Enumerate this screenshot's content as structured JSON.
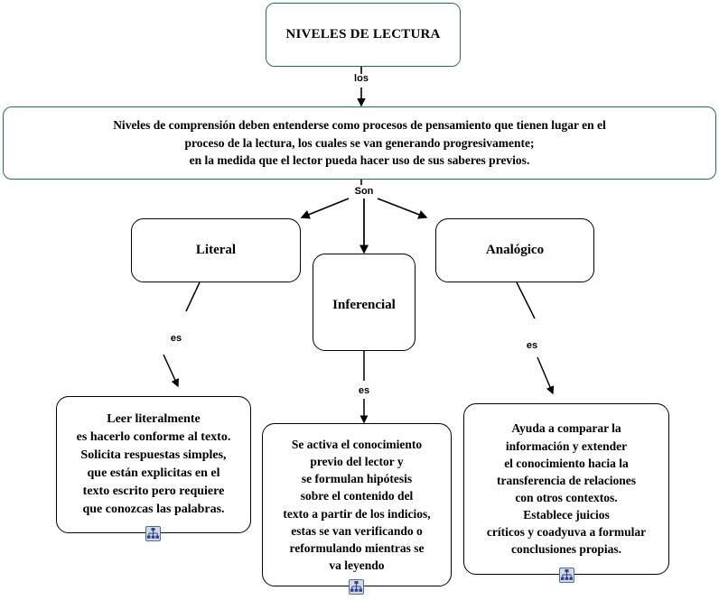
{
  "diagram": {
    "title": "NIVELES DE LECTURA",
    "type": "concept-map",
    "colors": {
      "green_border": "#2b6d5c",
      "black_border": "#000000",
      "text": "#000000",
      "icon_blue": "#24409a",
      "icon_frame": "#4a6fa8",
      "background": "#ffffff"
    }
  },
  "nodes": {
    "root": {
      "label": "NIVELES DE LECTURA"
    },
    "definition": {
      "label": "Niveles de comprensión deben entenderse como procesos de pensamiento que tienen lugar en el\nproceso de la lectura, los cuales se van generando progresivamente;\nen la medida que el lector pueda hacer uso de sus saberes previos."
    },
    "literal": {
      "label": "Literal"
    },
    "inferencial": {
      "label": "Inferencial"
    },
    "analogico": {
      "label": "Analógico"
    },
    "literal_detail": {
      "label": "Leer literalmente\nes hacerlo conforme al texto.\nSolicita respuestas simples,\nque están explicitas en el\ntexto escrito pero requiere\nque conozcas las palabras."
    },
    "inferencial_detail": {
      "label": "Se activa el conocimiento\nprevio del lector y\nse formulan hipótesis\nsobre el contenido del\ntexto a partir de los indicios,\nestas se van verificando o\nreformulando mientras se\nva leyendo"
    },
    "analogico_detail": {
      "label": "Ayuda a comparar la\ninformación y extender\nel conocimiento hacia la\ntransferencia de relaciones\ncon  otros contextos.\nEstablece juicios\ncríticos y coadyuva a formular\nconclusiones propias."
    }
  },
  "link_labels": {
    "los": "los",
    "son": "Son",
    "es_literal": "es",
    "es_inferencial": "es",
    "es_analogico": "es"
  },
  "icons": {
    "tree_literal": "hierarchy-tree-icon",
    "tree_inferencial": "hierarchy-tree-icon",
    "tree_analogico": "hierarchy-tree-icon"
  }
}
